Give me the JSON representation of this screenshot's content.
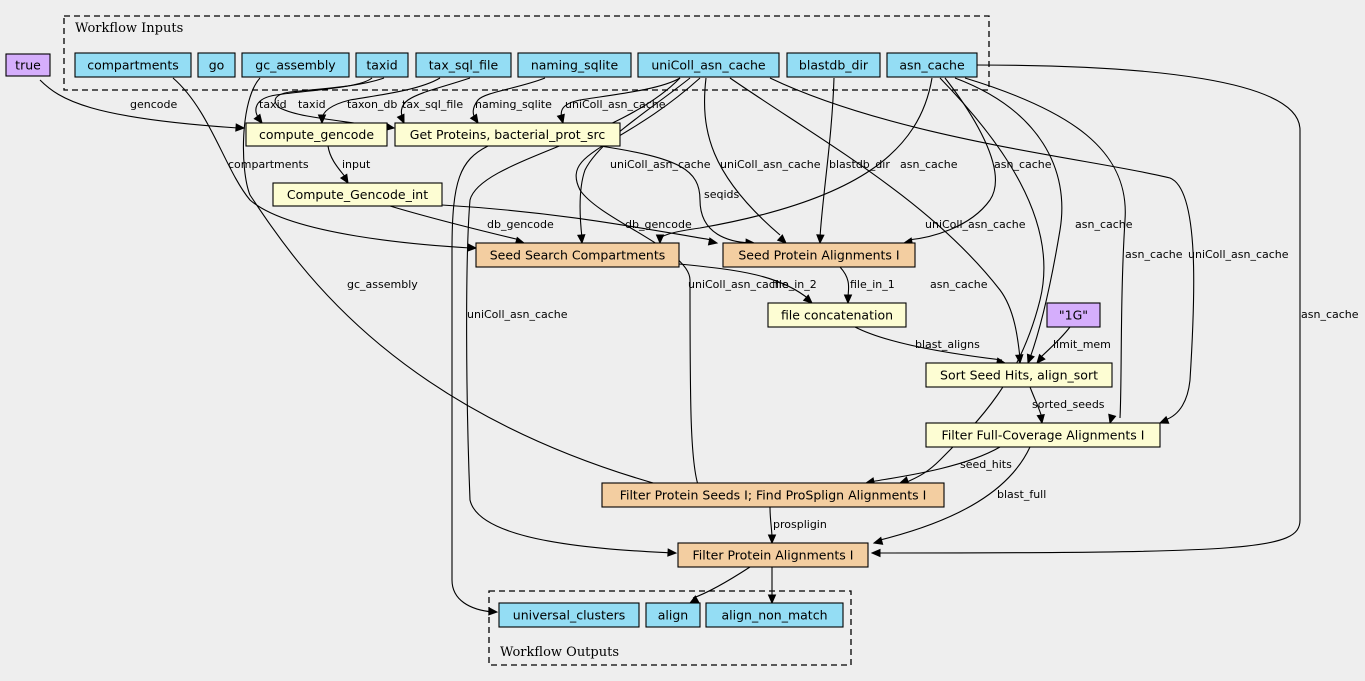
{
  "colors": {
    "input": "#94ddf4",
    "tool_simple": "#fdfdd3",
    "tool_subworkflow": "#f3cea1",
    "constant": "#d5aefc",
    "background": "#eeeeee"
  },
  "clusters": {
    "inputs_label": "Workflow Inputs",
    "outputs_label": "Workflow Outputs"
  },
  "nodes": [
    {
      "id": "true",
      "label": "true",
      "kind": "constant"
    },
    {
      "id": "compartments",
      "label": "compartments",
      "kind": "input"
    },
    {
      "id": "go",
      "label": "go",
      "kind": "input"
    },
    {
      "id": "gc_assembly",
      "label": "gc_assembly",
      "kind": "input"
    },
    {
      "id": "taxid",
      "label": "taxid",
      "kind": "input"
    },
    {
      "id": "tax_sql_file",
      "label": "tax_sql_file",
      "kind": "input"
    },
    {
      "id": "naming_sqlite",
      "label": "naming_sqlite",
      "kind": "input"
    },
    {
      "id": "uniColl_asn_cache",
      "label": "uniColl_asn_cache",
      "kind": "input"
    },
    {
      "id": "blastdb_dir",
      "label": "blastdb_dir",
      "kind": "input"
    },
    {
      "id": "asn_cache",
      "label": "asn_cache",
      "kind": "input"
    },
    {
      "id": "compute_gencode",
      "label": "compute_gencode",
      "kind": "tool_simple"
    },
    {
      "id": "get_proteins",
      "label": "Get Proteins, bacterial_prot_src",
      "kind": "tool_simple"
    },
    {
      "id": "compute_gencode_int",
      "label": "Compute_Gencode_int",
      "kind": "tool_simple"
    },
    {
      "id": "seed_search",
      "label": "Seed Search Compartments",
      "kind": "tool_subworkflow"
    },
    {
      "id": "seed_protein",
      "label": "Seed Protein Alignments I",
      "kind": "tool_subworkflow"
    },
    {
      "id": "file_concat",
      "label": "file concatenation",
      "kind": "tool_simple"
    },
    {
      "id": "one_g",
      "label": "\"1G\"",
      "kind": "constant"
    },
    {
      "id": "sort_seed",
      "label": "Sort Seed Hits, align_sort",
      "kind": "tool_simple"
    },
    {
      "id": "filter_full",
      "label": "Filter Full-Coverage Alignments I",
      "kind": "tool_simple"
    },
    {
      "id": "filter_seeds",
      "label": "Filter Protein Seeds I; Find ProSplign Alignments I",
      "kind": "tool_subworkflow"
    },
    {
      "id": "filter_protein",
      "label": "Filter Protein Alignments I",
      "kind": "tool_subworkflow"
    },
    {
      "id": "universal_clusters",
      "label": "universal_clusters",
      "kind": "input"
    },
    {
      "id": "align",
      "label": "align",
      "kind": "input"
    },
    {
      "id": "align_non_match",
      "label": "align_non_match",
      "kind": "input"
    }
  ],
  "edges": [
    {
      "from": "true",
      "to": "compute_gencode",
      "label": "gencode"
    },
    {
      "from": "taxid",
      "to": "compute_gencode",
      "label": "taxid"
    },
    {
      "from": "tax_sql_file",
      "to": "compute_gencode",
      "label": "taxon_db"
    },
    {
      "from": "taxid",
      "to": "get_proteins",
      "label": "taxid"
    },
    {
      "from": "tax_sql_file",
      "to": "get_proteins",
      "label": "tax_sql_file"
    },
    {
      "from": "naming_sqlite",
      "to": "get_proteins",
      "label": "naming_sqlite"
    },
    {
      "from": "uniColl_asn_cache",
      "to": "get_proteins",
      "label": "uniColl_asn_cache"
    },
    {
      "from": "compute_gencode",
      "to": "compute_gencode_int",
      "label": "input"
    },
    {
      "from": "compartments",
      "to": "seed_search",
      "label": "compartments"
    },
    {
      "from": "compute_gencode_int",
      "to": "seed_search",
      "label": "db_gencode"
    },
    {
      "from": "uniColl_asn_cache",
      "to": "seed_search",
      "label": "uniColl_asn_cache"
    },
    {
      "from": "asn_cache",
      "to": "seed_search",
      "label": "asn_cache"
    },
    {
      "from": "get_proteins",
      "to": "seed_protein",
      "label": "seqids"
    },
    {
      "from": "compute_gencode_int",
      "to": "seed_protein",
      "label": "db_gencode"
    },
    {
      "from": "uniColl_asn_cache",
      "to": "seed_protein",
      "label": "uniColl_asn_cache"
    },
    {
      "from": "blastdb_dir",
      "to": "seed_protein",
      "label": "blastdb_dir"
    },
    {
      "from": "asn_cache",
      "to": "seed_protein",
      "label": "asn_cache"
    },
    {
      "from": "seed_search",
      "to": "file_concat",
      "label": "file_in_2"
    },
    {
      "from": "seed_protein",
      "to": "file_concat",
      "label": "file_in_1"
    },
    {
      "from": "file_concat",
      "to": "sort_seed",
      "label": "blast_aligns"
    },
    {
      "from": "one_g",
      "to": "sort_seed",
      "label": "limit_mem"
    },
    {
      "from": "uniColl_asn_cache",
      "to": "sort_seed",
      "label": "uniColl_asn_cache"
    },
    {
      "from": "asn_cache",
      "to": "sort_seed",
      "label": "asn_cache"
    },
    {
      "from": "sort_seed",
      "to": "filter_full",
      "label": "sorted_seeds"
    },
    {
      "from": "asn_cache",
      "to": "filter_full",
      "label": "asn_cache"
    },
    {
      "from": "uniColl_asn_cache",
      "to": "filter_full",
      "label": "uniColl_asn_cache"
    },
    {
      "from": "gc_assembly",
      "to": "filter_seeds",
      "label": "gc_assembly"
    },
    {
      "from": "uniColl_asn_cache",
      "to": "filter_seeds",
      "label": "uniColl_asn_cache"
    },
    {
      "from": "asn_cache",
      "to": "filter_seeds",
      "label": "asn_cache"
    },
    {
      "from": "filter_full",
      "to": "filter_seeds",
      "label": "seed_hits"
    },
    {
      "from": "filter_seeds",
      "to": "filter_protein",
      "label": "prospligin"
    },
    {
      "from": "filter_full",
      "to": "filter_protein",
      "label": "blast_full"
    },
    {
      "from": "uniColl_asn_cache",
      "to": "filter_protein",
      "label": "uniColl_asn_cache"
    },
    {
      "from": "asn_cache",
      "to": "filter_protein",
      "label": "asn_cache"
    },
    {
      "from": "get_proteins",
      "to": "universal_clusters",
      "label": ""
    },
    {
      "from": "filter_protein",
      "to": "align",
      "label": ""
    },
    {
      "from": "filter_protein",
      "to": "align_non_match",
      "label": ""
    }
  ]
}
